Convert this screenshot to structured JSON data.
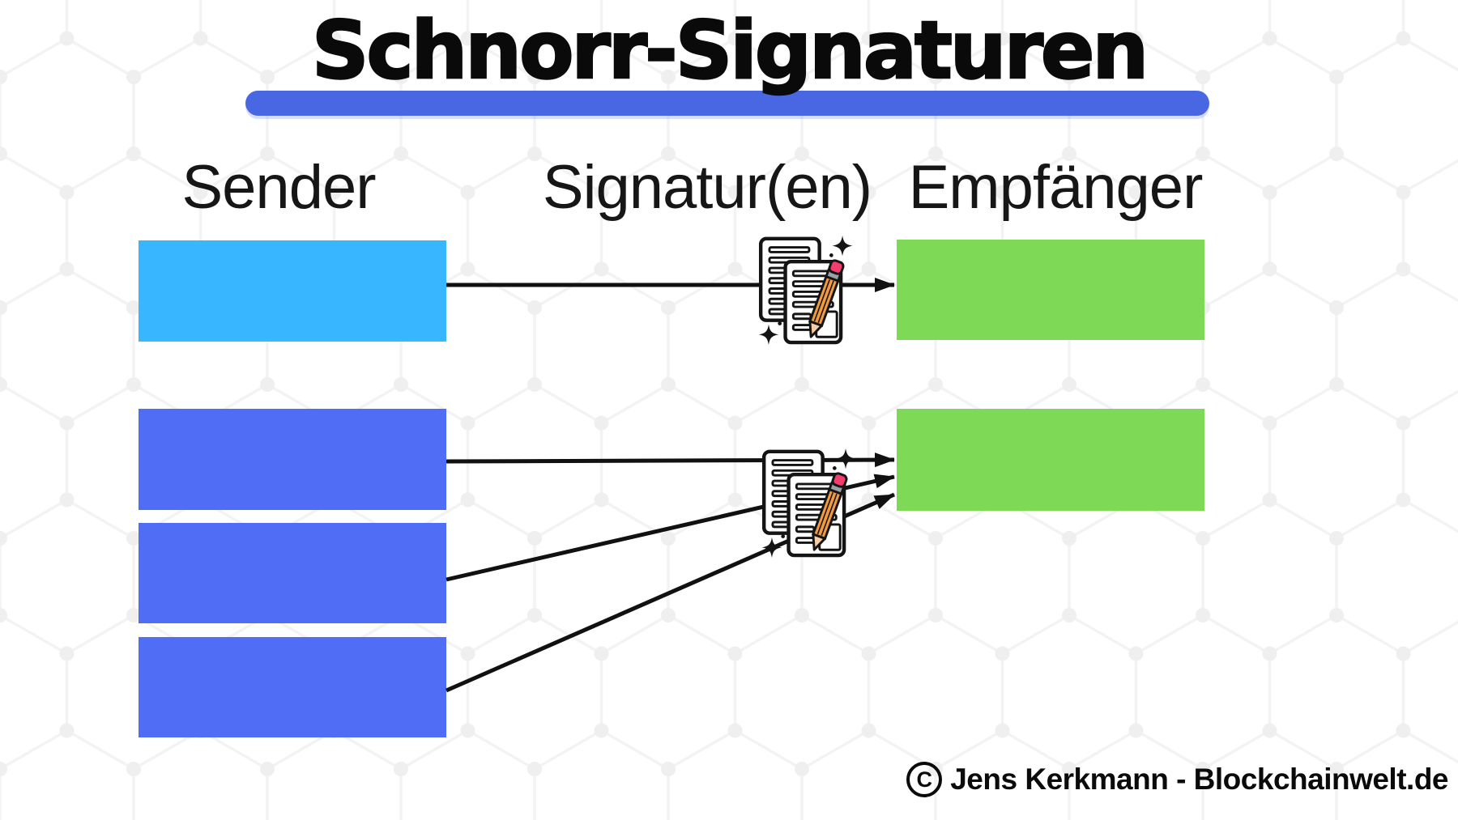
{
  "page": {
    "title": "Schnorr-Signaturen"
  },
  "columns": [
    {
      "id": "sender",
      "label": "Sender"
    },
    {
      "id": "signaturen",
      "label": "Signatur(en)"
    },
    {
      "id": "empfaenger",
      "label": "Empfänger"
    }
  ],
  "footer": {
    "copyright_symbol": "C",
    "credit": "Jens Kerkmann - Blockchainwelt.de"
  },
  "colors": {
    "sender-single": "#38B6FF",
    "sender-multi": "#4F6DF5",
    "receiver": "#7ED957",
    "underline": "#4A67E3",
    "arrow": "#111111",
    "text": "#0d0d0d",
    "pencil-body": "#F19A3E",
    "pencil-eraser": "#F23D6D",
    "pattern": "#f1f1f1"
  },
  "icons": [
    "signature-document-icon",
    "pencil-icon",
    "sparkle-icon",
    "copyright-icon"
  ],
  "diagram": {
    "flows": [
      {
        "name": "single-signature",
        "senders": 1,
        "signatures": 1,
        "receivers": 1,
        "arrows": 1
      },
      {
        "name": "aggregated-signature",
        "senders": 3,
        "signatures": 1,
        "receivers": 1,
        "arrows": 3
      }
    ]
  }
}
